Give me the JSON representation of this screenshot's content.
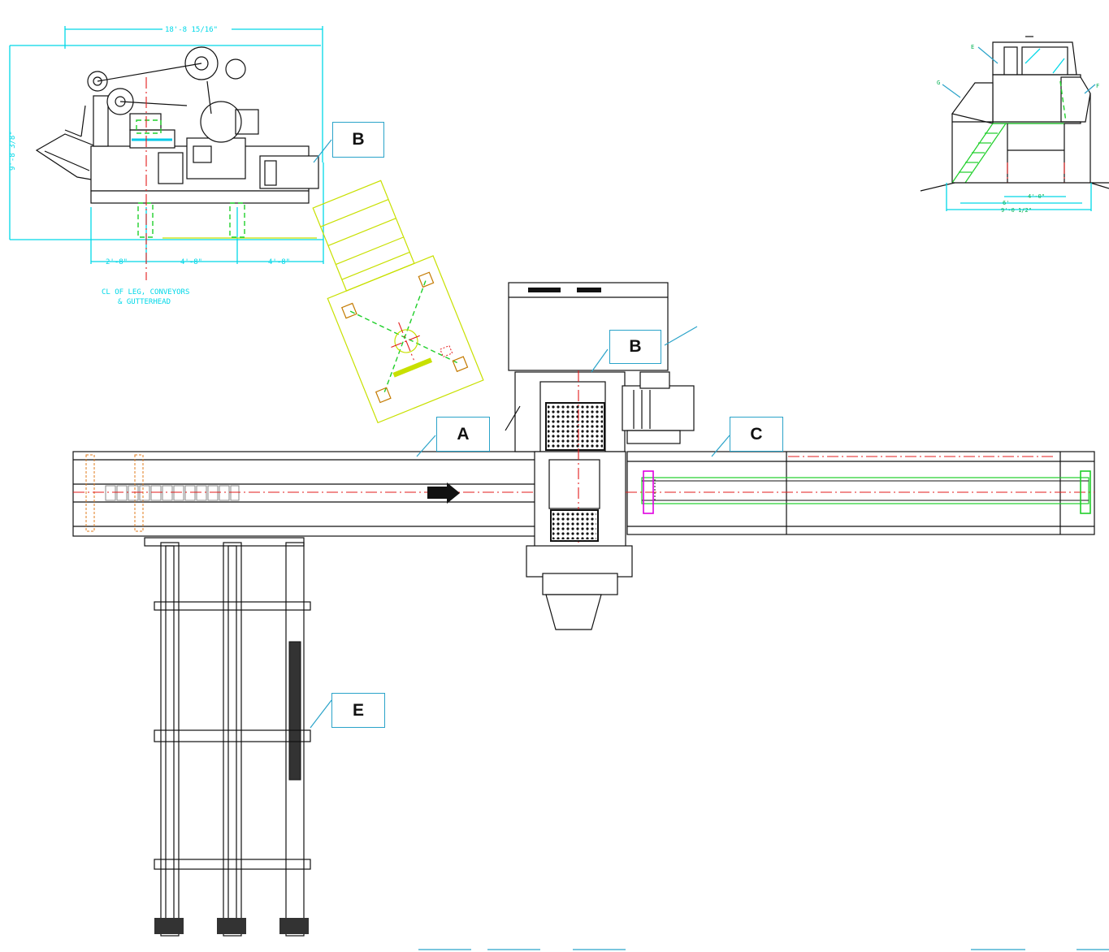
{
  "callouts": {
    "b_top": "B",
    "b_mid": "B",
    "a": "A",
    "c": "C",
    "e": "E"
  },
  "side_view": {
    "dim_width": "18'-8 15/16\"",
    "dim_height": "9'-8 3/8\"",
    "dim_leg_1": "2'-8\"",
    "dim_leg_2": "4'-8\"",
    "dim_leg_3": "4'-8\"",
    "note_line1": "CL OF LEG, CONVEYORS",
    "note_line2": "& GUTTERHEAD"
  },
  "cab_view": {
    "label_e": "E",
    "label_g": "G",
    "label_f": "F",
    "dim_inner": "4'-0\"",
    "dim_mid": "6'",
    "dim_outer": "9'-0 1/2\""
  },
  "colors": {
    "dimension": "#00d8e8",
    "centerline": "#e31b1b",
    "hidden": "#1fcf2a",
    "callout_border": "#2aa3c9",
    "platform": "#c8e000"
  }
}
